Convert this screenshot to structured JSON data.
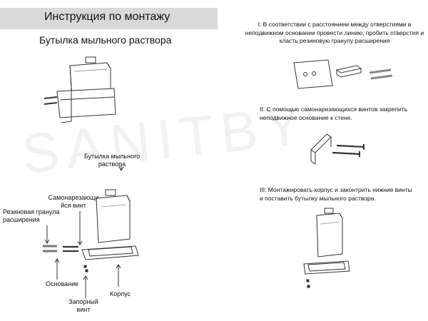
{
  "header": {
    "title": "Инструкция по монтажу"
  },
  "subtitle": "Бутылка мыльного раствора",
  "labels": {
    "bottle": [
      "Бутылка мыльного",
      "раствора"
    ],
    "screw": [
      "Самонарезающи",
      "йся винт"
    ],
    "anchor": [
      "Резиновая гранула",
      "расширения"
    ],
    "base": "Основание",
    "lock_screw": [
      "Запорный",
      "винт"
    ],
    "body": "Корпус"
  },
  "steps": [
    {
      "lines": [
        "I: В соответствии с расстоянием между отверстиями в",
        "неподвижном основании провести линию, пробить отверстия и",
        "класть резиновую гранулу расширения"
      ]
    },
    {
      "lines": [
        "II: С помощью самонарезающихся винтов закрепить",
        "неподвижное основание к стене."
      ]
    },
    {
      "lines": [
        "III: Монтажировать корпус и законтрить нижние винты",
        "и поставить бутылку мыльного раствора."
      ]
    }
  ],
  "watermark": "SANITBY",
  "colors": {
    "header_bg": "#d9d9d9",
    "line": "#333333"
  }
}
